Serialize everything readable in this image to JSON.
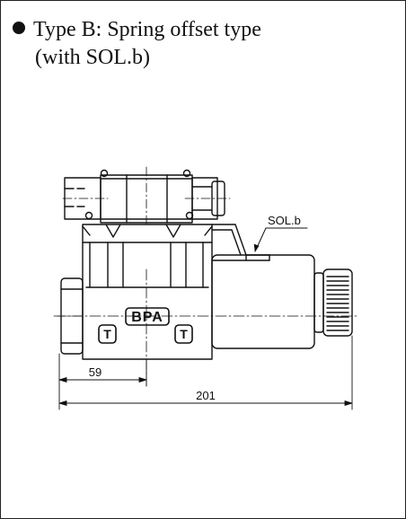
{
  "heading": {
    "line1": "Type B: Spring offset type",
    "line2": "(with SOL.b)"
  },
  "drawing": {
    "callout_label": "SOL.b",
    "brand_plate": "BPA",
    "port_mark_left": "T",
    "port_mark_right": "T",
    "dimension_short": "59",
    "dimension_overall": "201"
  },
  "colors": {
    "line": "#111111",
    "background": "#ffffff"
  }
}
